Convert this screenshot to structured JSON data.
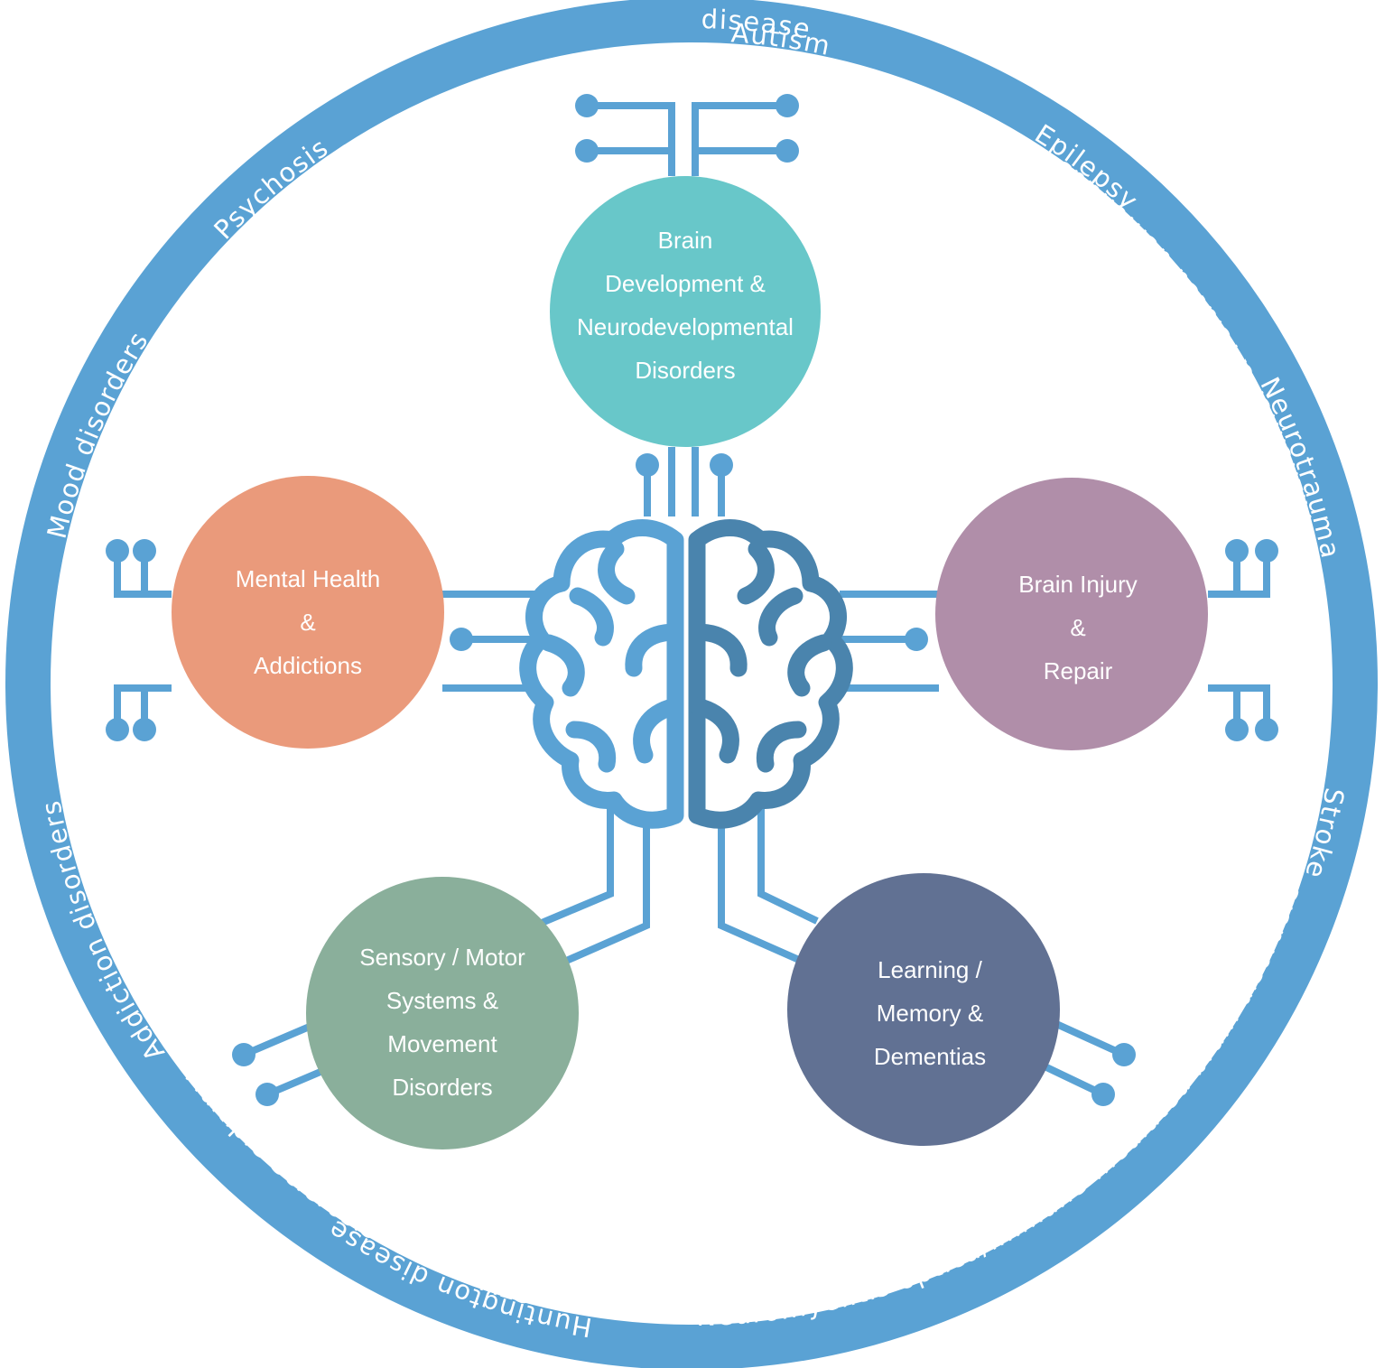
{
  "ring": {
    "color": "#5aa2d4",
    "labels": [
      "Psychosis",
      "Autism",
      "Mood disorders",
      "Epilepsy",
      "Neurotrauma",
      "Addiction disorders",
      "Stroke",
      "Parkinson disease",
      "Alzheimer & related dementias",
      "Huntington disease",
      "Neuromyelitis optica/immune-mediated brain disorders",
      "Multiple Sclerosis",
      "ALS"
    ]
  },
  "hubs": [
    {
      "lines": [
        "Brain",
        "Development &",
        "Neurodevelopmental",
        "Disorders"
      ],
      "color": "#68c7c9"
    },
    {
      "lines": [
        "Mental Health",
        "&",
        "Addictions"
      ],
      "color": "#ea9a7b"
    },
    {
      "lines": [
        "Brain Injury",
        "&",
        "Repair"
      ],
      "color": "#b08ea9"
    },
    {
      "lines": [
        "Sensory / Motor",
        "Systems &",
        "Movement",
        "Disorders"
      ],
      "color": "#8aaf9b"
    },
    {
      "lines": [
        "Learning /",
        "Memory &",
        "Dementias"
      ],
      "color": "#617193"
    }
  ],
  "brain": {
    "left_color": "#5aa2d4",
    "right_color": "#4a84ad"
  }
}
